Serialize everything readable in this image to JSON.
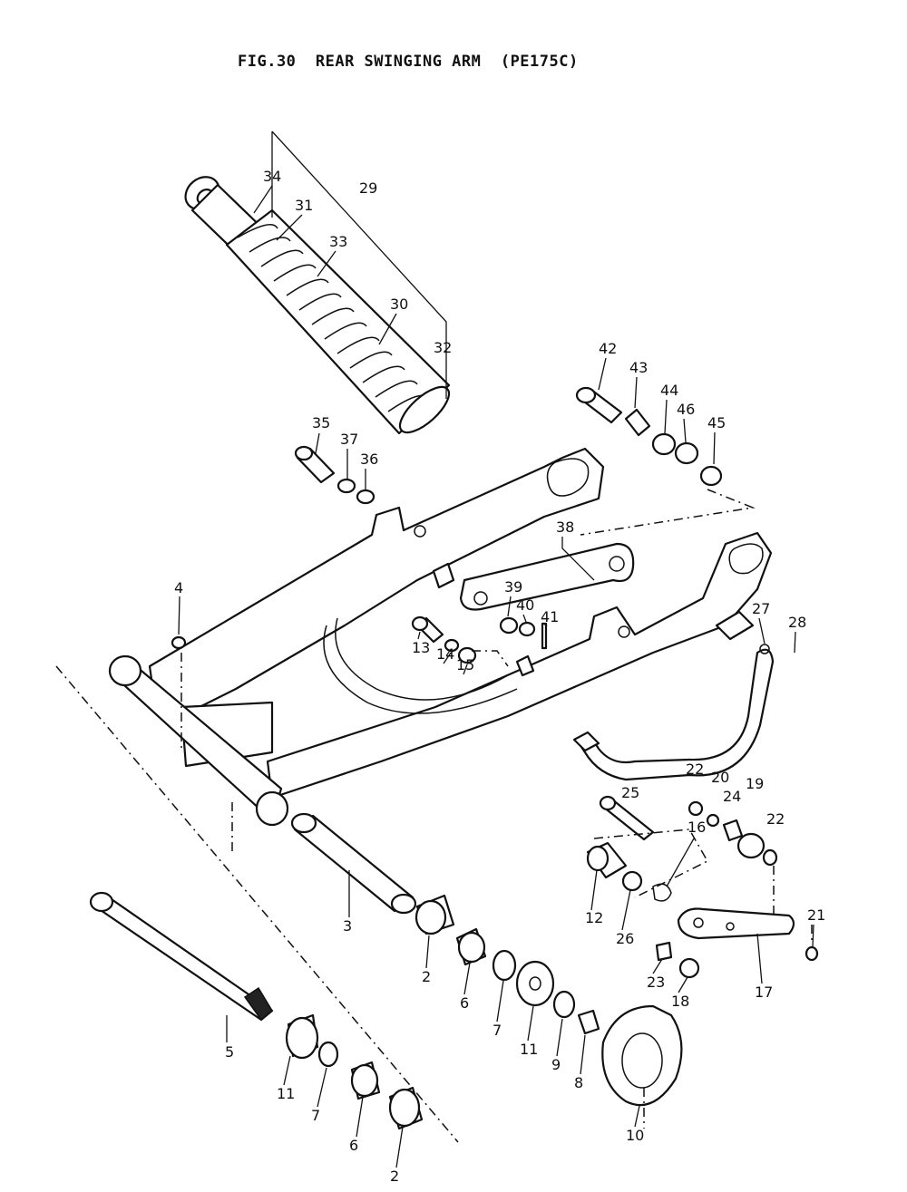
{
  "title": "FIG.30  REAR SWINGING ARM  (PE175C)",
  "labels": {
    "p2": "2",
    "p2b": "2",
    "p3": "3",
    "p4": "4",
    "p5": "5",
    "p6": "6",
    "p6b": "6",
    "p7": "7",
    "p7b": "7",
    "p8": "8",
    "p9": "9",
    "p10": "10",
    "p11": "11",
    "p11b": "11",
    "p12": "12",
    "p13": "13",
    "p14": "14",
    "p15": "15",
    "p16": "16",
    "p17": "17",
    "p18": "18",
    "p19": "19",
    "p20": "20",
    "p21": "21",
    "p22": "22",
    "p22b": "22",
    "p23": "23",
    "p24": "24",
    "p25": "25",
    "p26": "26",
    "p27": "27",
    "p28": "28",
    "p29": "29",
    "p30": "30",
    "p31": "31",
    "p32": "32",
    "p33": "33",
    "p34": "34",
    "p35": "35",
    "p36": "36",
    "p37": "37",
    "p38": "38",
    "p39": "39",
    "p40": "40",
    "p41": "41",
    "p42": "42",
    "p43": "43",
    "p44": "44",
    "p45": "45",
    "p46": "46"
  }
}
